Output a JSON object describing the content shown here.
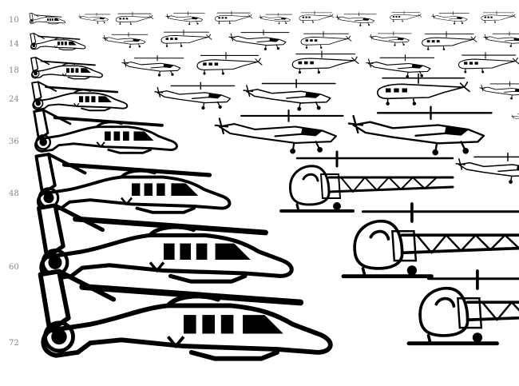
{
  "preview": {
    "size_labels": [
      "10",
      "14",
      "18",
      "24",
      "36",
      "48",
      "60",
      "72"
    ],
    "glyph_color": "#000000",
    "label_color": "#8a8a8a",
    "background": "#ffffff"
  }
}
